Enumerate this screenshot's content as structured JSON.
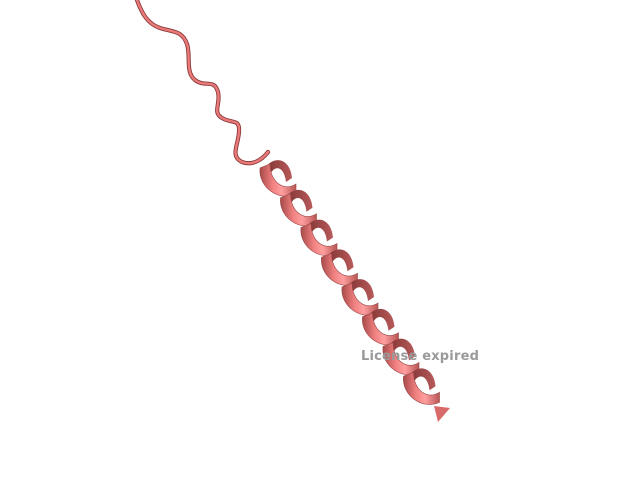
{
  "viewport": {
    "background_color": "#ffffff"
  },
  "structure": {
    "representation": "cartoon",
    "segments": [
      "coil",
      "alpha-helix"
    ],
    "helix_color": "#f08080",
    "helix_shadow_color": "#8c3a3a",
    "helix_highlight_color": "#ffc8c8",
    "coil_color": "#e07070"
  },
  "watermark": {
    "text": "License expired",
    "color": "#9a9a9a"
  }
}
